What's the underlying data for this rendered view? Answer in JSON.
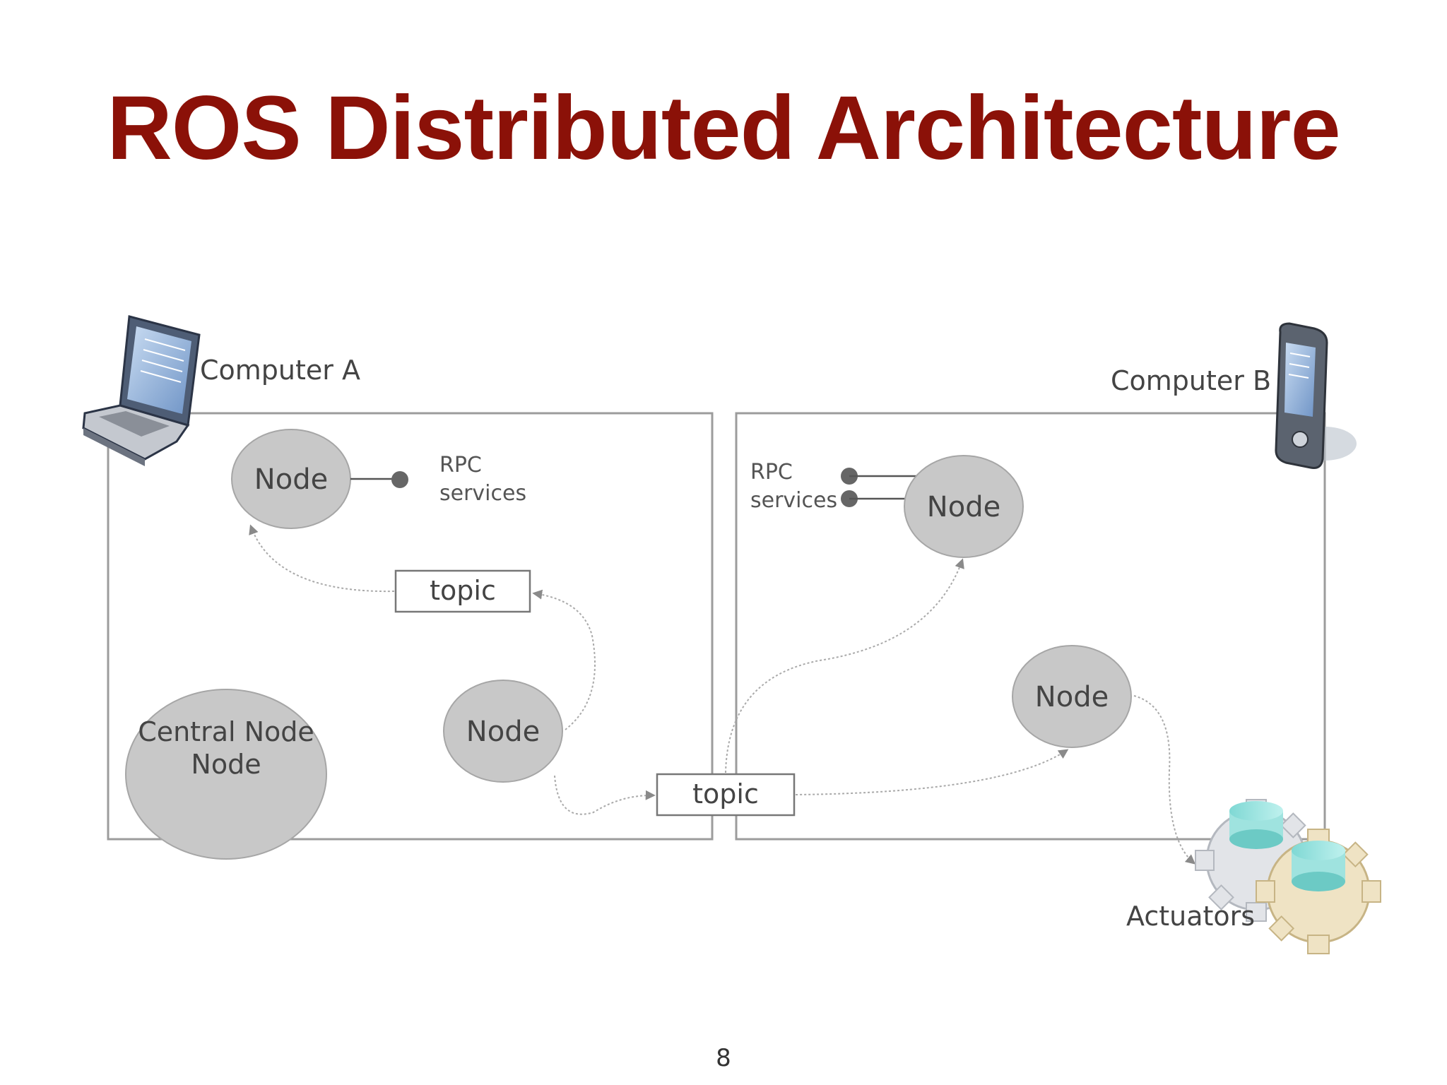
{
  "slide": {
    "title": "ROS Distributed Architecture",
    "page_number": "8"
  },
  "colors": {
    "title": "#8b1108",
    "node_fill": "#c8c8c8",
    "node_stroke": "#a6a6a6",
    "frame_stroke": "#9c9c9c",
    "arrow": "#8a8a8a",
    "text": "#444444"
  },
  "diagram": {
    "computer_a": {
      "label": "Computer A",
      "icon": "laptop-icon",
      "node_top": "Node",
      "rpc_label_line1": "RPC",
      "rpc_label_line2": "services",
      "topic_label": "topic",
      "central_node_line1": "Central Node",
      "central_node_line2": "Node",
      "node_bottom": "Node"
    },
    "shared_topic_label": "topic",
    "computer_b": {
      "label": "Computer B",
      "icon": "pda-icon",
      "rpc_label_line1": "RPC",
      "rpc_label_line2": "services",
      "node_top": "Node",
      "node_middle": "Node",
      "actuators_label": "Actuators",
      "actuators_icon": "gears-icon"
    }
  }
}
